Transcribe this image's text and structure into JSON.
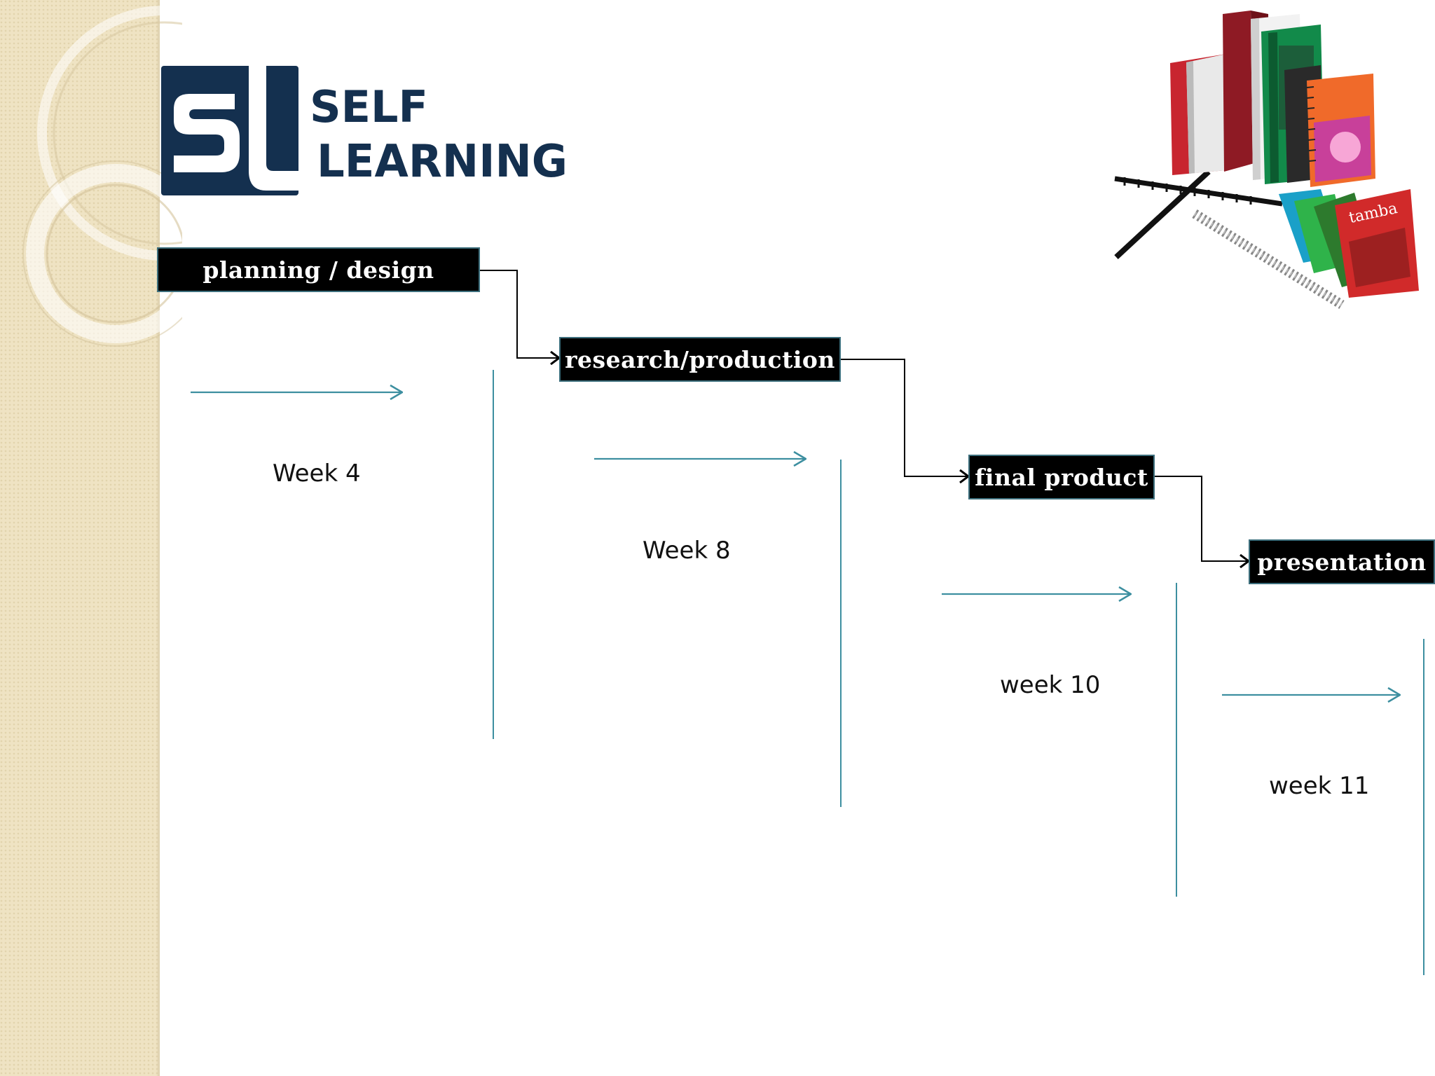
{
  "logo": {
    "monogram": "SL",
    "line1": "SELF",
    "line2": "LEARNING",
    "color": "#14304f"
  },
  "image": {
    "books_icon": "books-stack-illustration",
    "cover_text": "tamba"
  },
  "colors": {
    "stage_fill": "#000000",
    "stage_text": "#ffffff",
    "connector": "#000000",
    "timeline_arrow": "#3d8fa0",
    "side_band": "#efe3c3"
  },
  "stages": [
    {
      "label": "planning / design",
      "week": "Week 4"
    },
    {
      "label": "research/production",
      "week": "Week 8"
    },
    {
      "label": "final product",
      "week": "week 10"
    },
    {
      "label": "presentation",
      "week": "week 11"
    }
  ]
}
